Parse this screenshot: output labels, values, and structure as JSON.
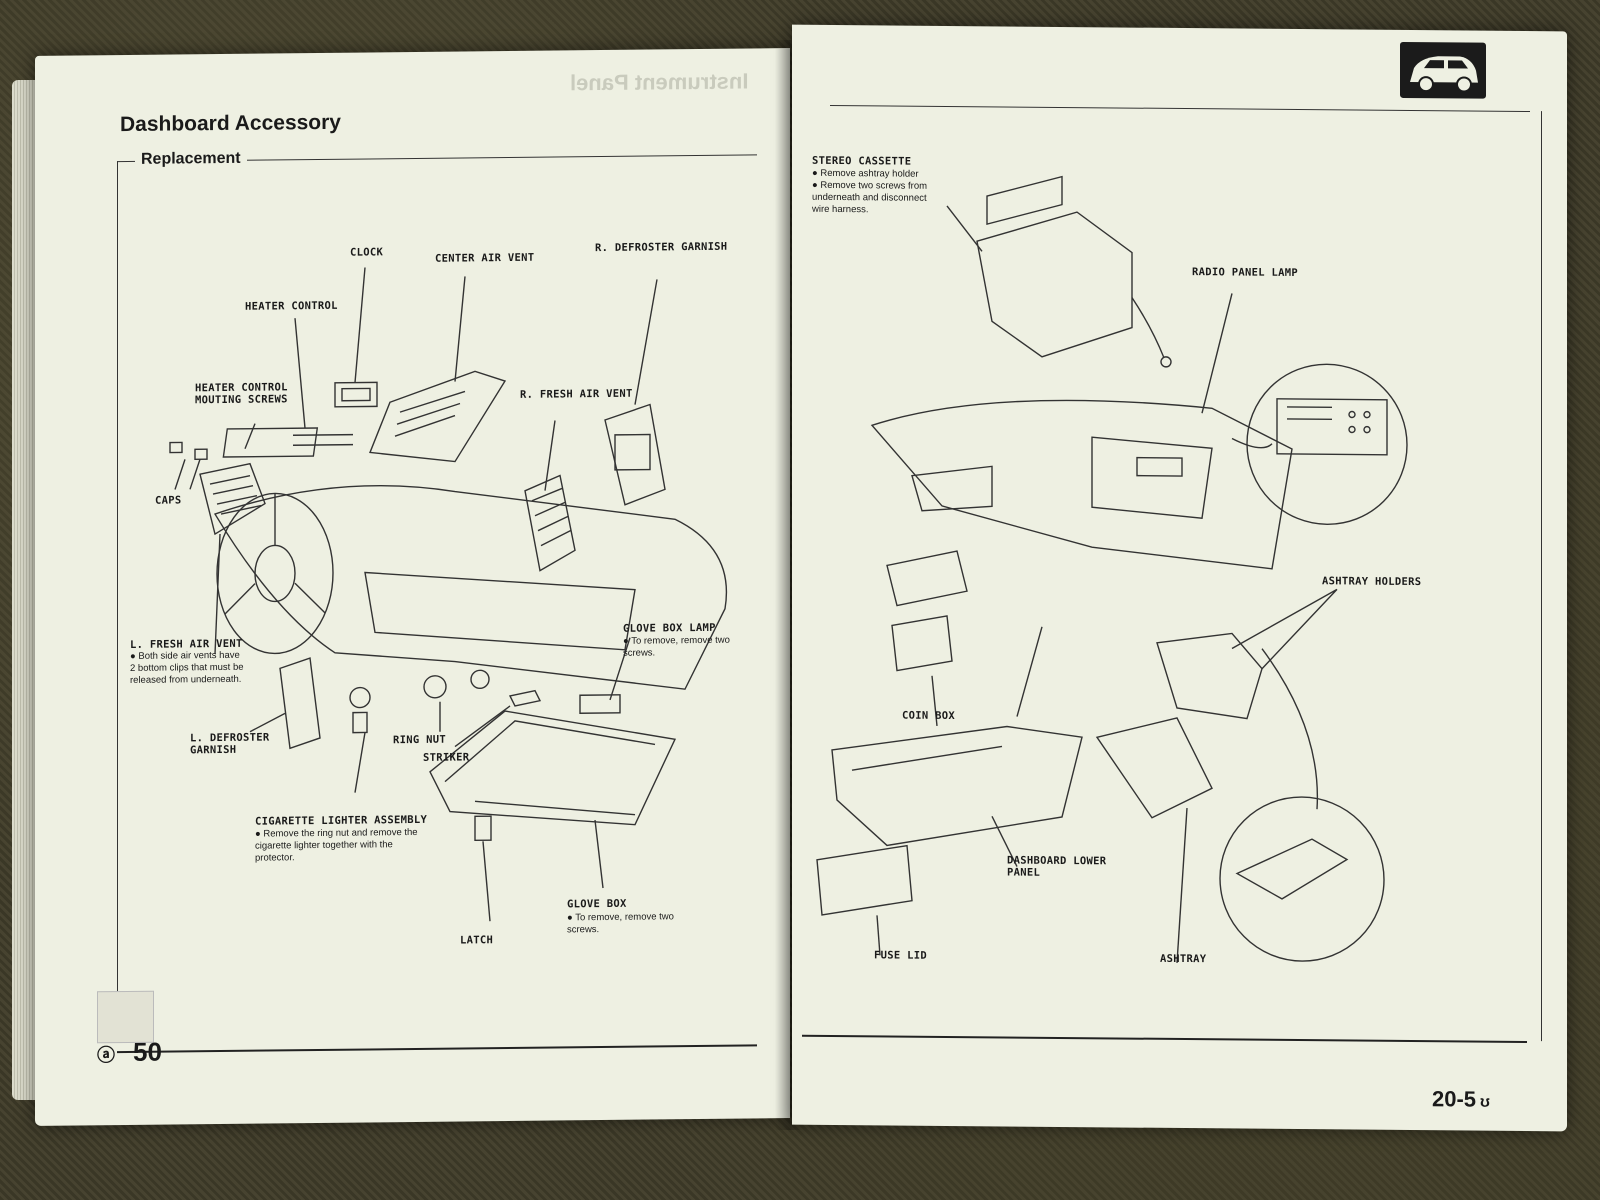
{
  "left_page": {
    "title": "Dashboard Accessory",
    "subtitle": "Replacement",
    "page_number": "50",
    "page_prefix": "ⓐ",
    "labels": {
      "clock": "CLOCK",
      "center_air_vent": "CENTER AIR VENT",
      "r_defroster_garnish": "R. DEFROSTER GARNISH",
      "heater_control": "HEATER CONTROL",
      "heater_control_screws": "HEATER CONTROL\nMOUTING SCREWS",
      "r_fresh_air_vent": "R. FRESH AIR VENT",
      "caps": "CAPS",
      "l_fresh_air_vent": "L. FRESH AIR VENT",
      "l_fresh_air_vent_note": "● Both side air vents have\n   2 bottom clips that must be\n   released from underneath.",
      "glove_box_lamp": "GLOVE BOX LAMP",
      "glove_box_lamp_note": "● To remove, remove two\n   screws.",
      "l_defroster_garnish": "L. DEFROSTER\nGARNISH",
      "ring_nut": "RING NUT",
      "striker": "STRIKER",
      "cigarette_lighter": "CIGARETTE LIGHTER ASSEMBLY",
      "cigarette_lighter_note": "● Remove the ring nut and remove the\n   cigarette lighter together with the\n   protector.",
      "glove_box": "GLOVE BOX",
      "glove_box_note": "● To remove, remove two\n   screws.",
      "latch": "LATCH"
    }
  },
  "right_page": {
    "page_number": "20-5",
    "page_suffix": "ʊ",
    "labels": {
      "stereo_cassette": "STEREO CASSETTE",
      "stereo_note": "● Remove ashtray holder\n● Remove two screws from\n   underneath and disconnect\n   wire harness.",
      "radio_panel_lamp": "RADIO PANEL LAMP",
      "ashtray_holders": "ASHTRAY HOLDERS",
      "coin_box": "COIN BOX",
      "dashboard_lower_panel": "DASHBOARD LOWER\nPANEL",
      "fuse_lid": "FUSE LID",
      "ashtray": "ASHTRAY"
    }
  },
  "ghost_text": {
    "left_header": "Instrument Panel"
  },
  "colors": {
    "paper": "#eef0e2",
    "ink": "#1a1a1a",
    "background": "#3d3a28"
  }
}
